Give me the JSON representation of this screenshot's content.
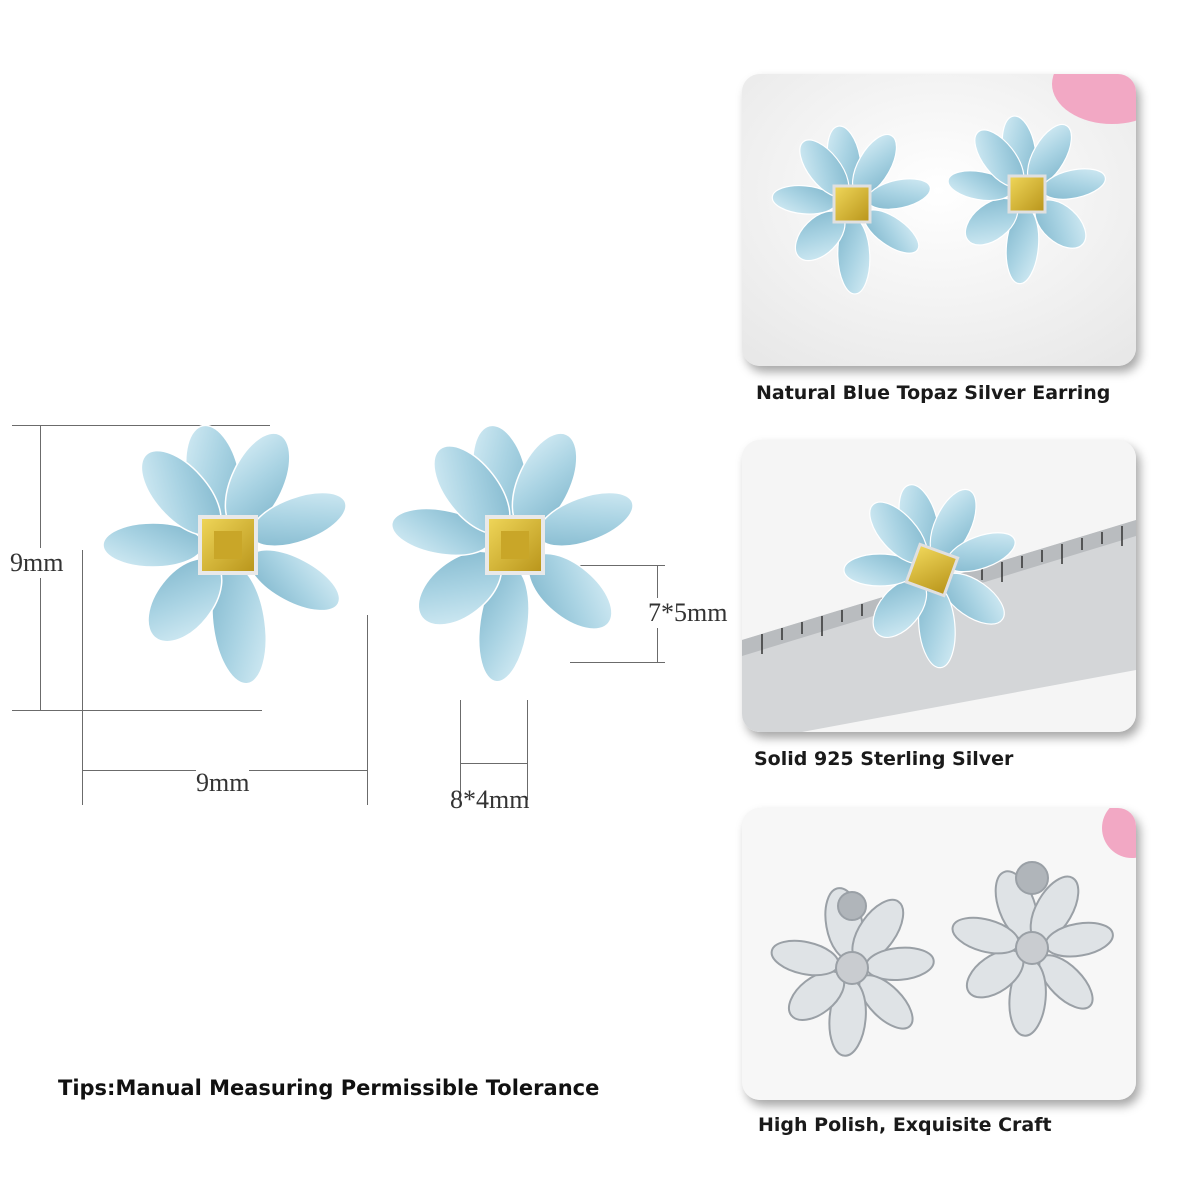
{
  "dimensions": {
    "height_label": "9mm",
    "width_label": "9mm",
    "stone_large_label": "7*5mm",
    "stone_small_label": "8*4mm"
  },
  "tips": "Tips:Manual Measuring Permissible Tolerance",
  "photos": [
    {
      "caption": "Natural Blue Topaz Silver Earring"
    },
    {
      "caption": "Solid 925 Sterling Silver"
    },
    {
      "caption": "High Polish, Exquisite Craft"
    }
  ],
  "colors": {
    "topaz": "#a9d3e3",
    "topaz_dark": "#6fa9c2",
    "citrine": "#d9b82a",
    "silver": "#c9ccd0",
    "pink_petal": "#f2a8c4"
  }
}
